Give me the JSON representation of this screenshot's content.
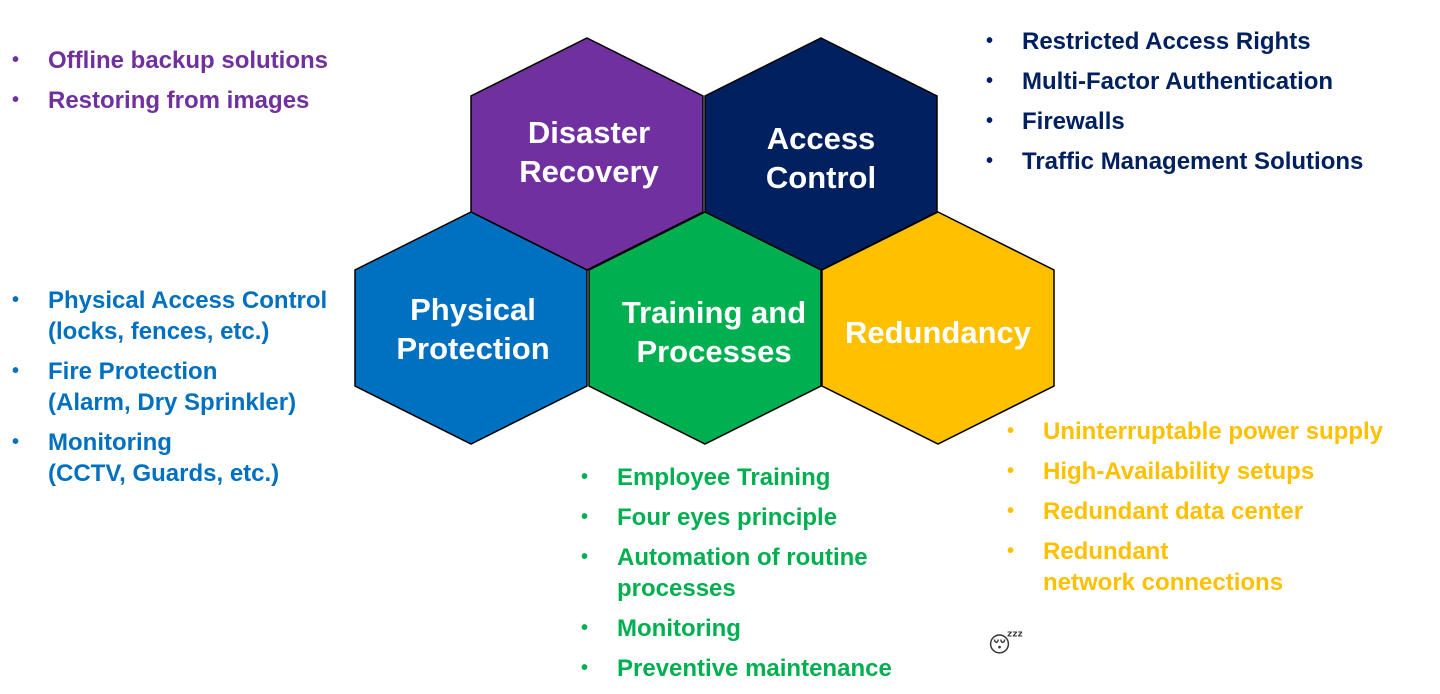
{
  "colors": {
    "disaster_recovery": "#7030a0",
    "access_control": "#002060",
    "physical_protection": "#0070c0",
    "training_processes": "#00b050",
    "redundancy": "#ffc000",
    "hex_text": "#ffffff"
  },
  "hexagons": {
    "disaster_recovery": {
      "line1": "Disaster",
      "line2": "Recovery"
    },
    "access_control": {
      "line1": "Access",
      "line2": "Control"
    },
    "physical_protection": {
      "line1": "Physical",
      "line2": "Protection"
    },
    "training_processes": {
      "line1": "Training and",
      "line2": "Processes"
    },
    "redundancy": {
      "line1": "Redundancy"
    }
  },
  "lists": {
    "disaster_recovery": [
      "Offline backup solutions",
      "Restoring from images"
    ],
    "access_control": [
      "Restricted Access Rights",
      "Multi-Factor Authentication",
      "Firewalls",
      "Traffic Management Solutions"
    ],
    "physical_protection": [
      "Physical Access Control\n(locks, fences, etc.)",
      "Fire Protection\n(Alarm, Dry Sprinkler)",
      "Monitoring\n(CCTV, Guards, etc.)"
    ],
    "training_processes": [
      "Employee Training",
      "Four eyes principle",
      "Automation of routine\nprocesses",
      "Monitoring",
      "Preventive maintenance"
    ],
    "redundancy": [
      "Uninterruptable power supply",
      "High-Availability setups",
      "Redundant data center",
      "Redundant\nnetwork connections"
    ]
  },
  "icons": {
    "corner": "sleeping-face-icon"
  }
}
